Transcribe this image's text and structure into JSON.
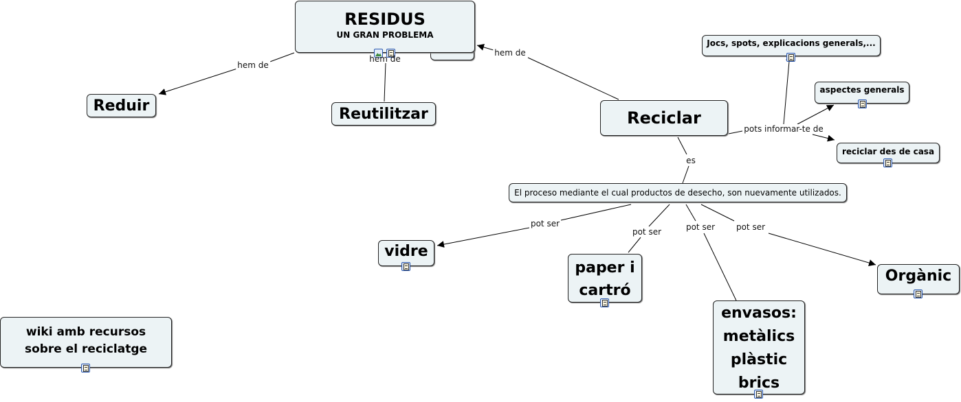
{
  "title": {
    "main": "RESIDUS",
    "sub": "UN GRAN PROBLEMA"
  },
  "nodes": {
    "reduir": "Reduir",
    "reutilitzar": "Reutilitzar",
    "reciclar": "Reciclar",
    "definicio": "El proceso mediante el cual productos de desecho, son nuevamente utilizados.",
    "jocs": "Jocs, spots, explicacions generals,...",
    "aspectes": "aspectes generals",
    "des_de_casa": "reciclar des de casa",
    "vidre": "vidre",
    "paper": [
      "paper i",
      "cartró"
    ],
    "envasos": [
      "envasos:",
      "metàlics",
      "plàstic",
      "brics"
    ],
    "organic": "Orgànic",
    "wiki": [
      "wiki amb recursos",
      "sobre el reciclatge"
    ],
    "hidden": "••••"
  },
  "links": {
    "hem_de_1": "hem de",
    "hem_de_2": "hem de",
    "hem_de_3": "hem de",
    "es": "es",
    "pots_informar": "pots informar-te de",
    "pot_ser_1": "pot ser",
    "pot_ser_2": "pot ser",
    "pot_ser_3": "pot ser",
    "pot_ser_4": "pot ser"
  },
  "icons": [
    "document-icon",
    "image-icon"
  ],
  "colors": {
    "node_fill": "#ecf3f5",
    "node_border": "#222222",
    "link": "#000000"
  }
}
